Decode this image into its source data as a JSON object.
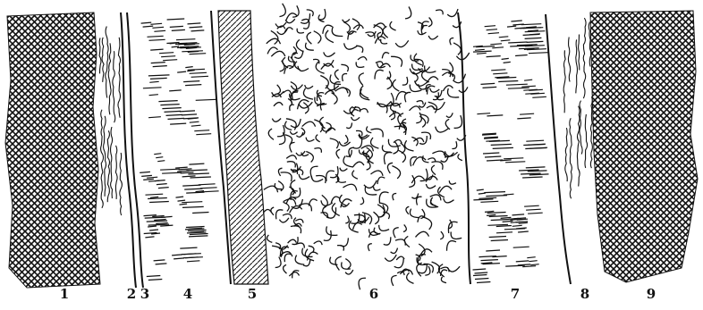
{
  "figure": {
    "layer_labels": [
      "1",
      "2",
      "3",
      "4",
      "5",
      "6",
      "7",
      "8",
      "9"
    ],
    "colors": {
      "ink": "#111111",
      "paper": "#ffffff"
    }
  }
}
